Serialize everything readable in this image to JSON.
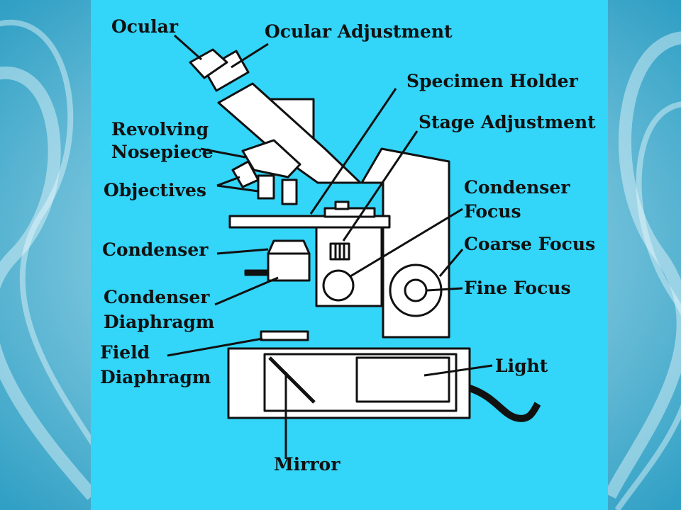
{
  "colors": {
    "background_outer": "#6fc3dd",
    "panel": "#33d5f9",
    "line": "#111111",
    "fill": "#ffffff"
  },
  "labels": {
    "ocular": "Ocular",
    "ocular_adjustment": "Ocular Adjustment",
    "specimen_holder": "Specimen Holder",
    "stage_adjustment": "Stage Adjustment",
    "revolving_nosepiece_1": "Revolving",
    "revolving_nosepiece_2": "Nosepiece",
    "objectives": "Objectives",
    "condenser_focus_1": "Condenser",
    "condenser_focus_2": "Focus",
    "coarse_focus": "Coarse Focus",
    "condenser": "Condenser",
    "fine_focus": "Fine Focus",
    "condenser_diaphragm_1": "Condenser",
    "condenser_diaphragm_2": "Diaphragm",
    "field_diaphragm_1": "Field",
    "field_diaphragm_2": "Diaphragm",
    "light": "Light",
    "mirror": "Mirror"
  }
}
